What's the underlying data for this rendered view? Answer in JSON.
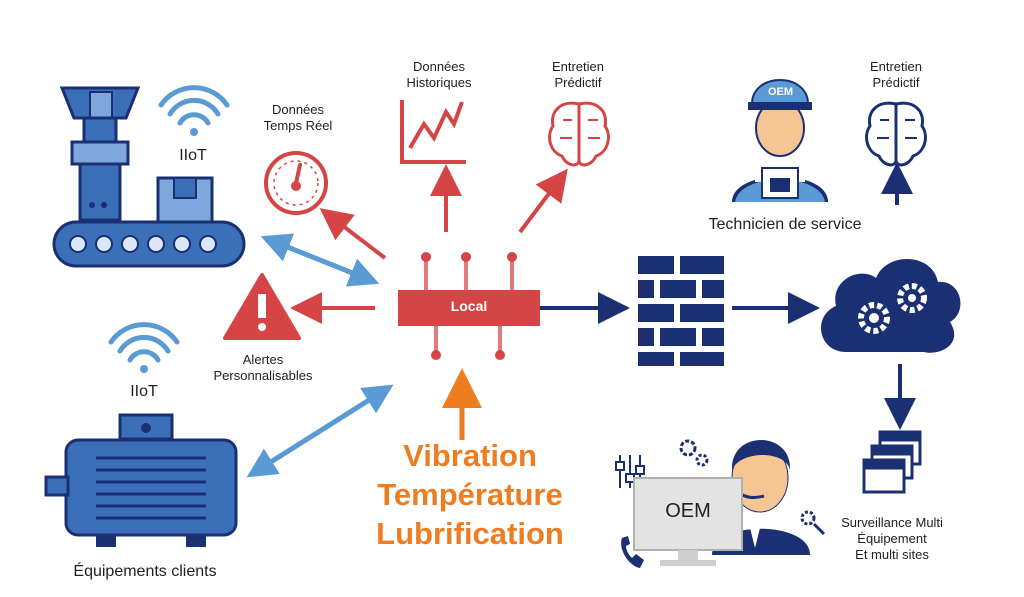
{
  "labels": {
    "iiot_top": "IIoT",
    "iiot_bottom": "IIoT",
    "donnees_temps_reel": [
      "Données",
      "Temps Réel"
    ],
    "donnees_historiques": [
      "Données",
      "Historiques"
    ],
    "entretien_predictif_center": [
      "Entretien",
      "Prédictif"
    ],
    "entretien_predictif_right": [
      "Entretien",
      "Prédictif"
    ],
    "technicien": "Technicien de service",
    "local": "Local",
    "alertes": [
      "Alertes",
      "Personnalisables"
    ],
    "equipements_clients": "Équipements clients",
    "measures": [
      "Vibration",
      "Température",
      "Lubrification"
    ],
    "oem_cap": "OEM",
    "oem_monitor": "OEM",
    "surveillance": [
      "Surveillance Multi",
      "Équipement",
      "Et multi sites"
    ]
  },
  "colors": {
    "navy": "#1b2f73",
    "blue_equip": "#3b6fb8",
    "light_blue": "#5b9bd5",
    "red": "#d64545",
    "orange": "#ee7d22"
  }
}
